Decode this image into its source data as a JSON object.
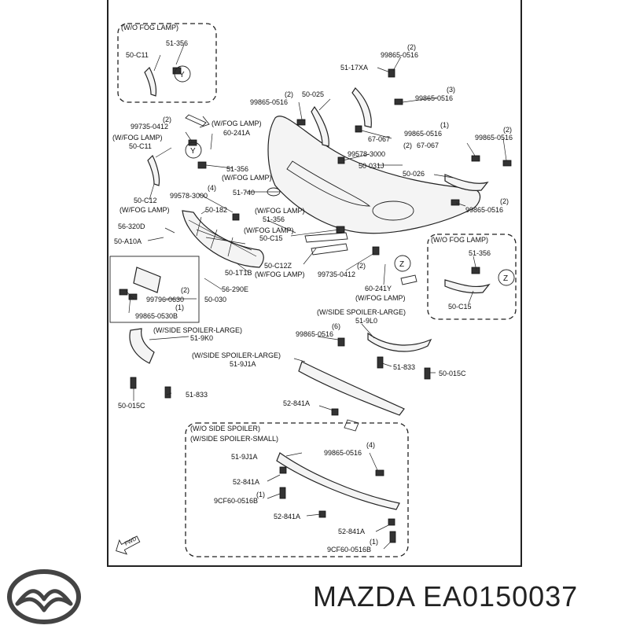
{
  "diagram": {
    "boxes": {
      "wo_fog_top": "(W/O FOG LAMP)",
      "wo_fog_right": "(W/O FOG LAMP)",
      "wo_side_spoiler": "(W/O SIDE SPOILER)",
      "w_side_spoiler_small": "(W/SIDE SPOILER-SMALL)"
    },
    "labels": {
      "l_51_356_a": "51-356",
      "l_50_c11_a": "50-C11",
      "y_a": "Y",
      "l_99865_2_a": "(2)",
      "l_99865_a": "99865-0516",
      "l_51_17xa": "51-17XA",
      "l_99865_2_b": "(2)",
      "l_99865_b": "99865-0516",
      "l_50_025": "50-025",
      "l_99865_3": "(3)",
      "l_99865_c": "99865-0516",
      "l_99735_2_a": "(2)",
      "l_99735_a": "99735-0412",
      "l_wfog_a": "(W/FOG LAMP)",
      "l_60_241a": "60-241A",
      "l_wfog_b": "(W/FOG LAMP)",
      "l_50_c11_b": "50-C11",
      "y_b": "Y",
      "l_67_067_a": "67-067",
      "l_99578_a": "99578-3000",
      "l_99865_1_d": "(1)",
      "l_99865_d": "99865-0516",
      "l_99865_2_e": "(2)",
      "l_99865_e": "99865-0516",
      "l_67_067_2": "(2)",
      "l_67_067_b": "67-067",
      "l_50_031j": "50-031J",
      "l_51_356_b": "51-356",
      "l_wfog_c": "(W/FOG LAMP)",
      "l_50_026": "50-026",
      "l_50_c12": "50-C12",
      "l_wfog_d": "(W/FOG LAMP)",
      "l_99578_4": "(4)",
      "l_99578_b": "99578-3000",
      "l_51_740": "51-740",
      "l_99865_2_f": "(2)",
      "l_99865_f": "99865-0516",
      "l_50_182": "50-182",
      "l_wfog_e": "(W/FOG LAMP)",
      "l_51_356_c": "51-356",
      "l_56_320d": "56-320D",
      "l_wfog_f": "(W/FOG LAMP)",
      "l_50_c15_a": "50-C15",
      "l_50_a10a": "50-A10A",
      "l_50_c12z": "50-C12Z",
      "l_wfog_g": "(W/FOG LAMP)",
      "l_99735_2_b": "(2)",
      "l_99735_b": "99735-0412",
      "l_50_1t1b": "50-1T1B",
      "l_56_290e": "56-290E",
      "l_99796_2": "(2)",
      "l_99796": "99796-0630",
      "l_50_030": "50-030",
      "l_99865_1_g": "(1)",
      "l_99865_g": "99865-0530B",
      "l_60_241y": "60-241Y",
      "l_wfog_h": "(W/FOG LAMP)",
      "z_a": "Z",
      "l_51_356_d": "51-356",
      "z_b": "Z",
      "l_50_c15_b": "50-C15",
      "l_wside_large_a": "(W/SIDE SPOILER-LARGE)",
      "l_51_9l0": "51-9L0",
      "l_wside_large_b": "(W/SIDE SPOILER-LARGE)",
      "l_51_9k0": "51-9K0",
      "l_99865_6": "(6)",
      "l_99865_h": "99865-0516",
      "l_wside_large_c": "(W/SIDE SPOILER-LARGE)",
      "l_51_9j1a_a": "51-9J1A",
      "l_51_833_a": "51-833",
      "l_50_015c_a": "50-015C",
      "l_51_833_b": "51-833",
      "l_50_015c_b": "50-015C",
      "l_52_841a_a": "52-841A",
      "l_99865_4": "(4)",
      "l_51_9j1a_b": "51-9J1A",
      "l_99865_i": "99865-0516",
      "l_52_841a_b": "52-841A",
      "l_9cf60_1_a": "(1)",
      "l_9cf60_a": "9CF60-0516B",
      "l_52_841a_c": "52-841A",
      "l_52_841a_d": "52-841A",
      "l_9cf60_1_b": "(1)",
      "l_9cf60_b": "9CF60-0516B",
      "fwd": "FWD"
    }
  },
  "footer": {
    "brand_name": "MAZDA EA0150037",
    "logo_icon": "mazda-logo-icon"
  }
}
